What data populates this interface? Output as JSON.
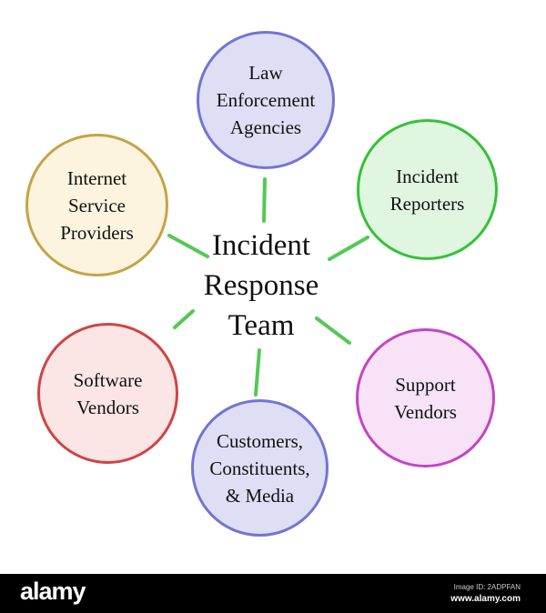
{
  "center_label": "Incident\nResponse\nTeam",
  "nodes": [
    {
      "label": "Law\nEnforcement\nAgencies",
      "stroke": "#7474d4",
      "fill": "#dedef5"
    },
    {
      "label": "Incident\nReporters",
      "stroke": "#34c234",
      "fill": "#e0f6e0"
    },
    {
      "label": "Internet\nService\nProviders",
      "stroke": "#c4a446",
      "fill": "#fcf4de"
    },
    {
      "label": "Software\nVendors",
      "stroke": "#d04444",
      "fill": "#fbe5e5"
    },
    {
      "label": "Support\nVendors",
      "stroke": "#c444c4",
      "fill": "#f7e2f7"
    },
    {
      "label": "Customers,\nConstituents,\n& Media",
      "stroke": "#7474d4",
      "fill": "#dedef5"
    }
  ],
  "connector_color": "#55c855",
  "footer": {
    "logo": "alamy",
    "image_id": "Image ID: 2ADPFAN",
    "url": "www.alamy.com"
  }
}
